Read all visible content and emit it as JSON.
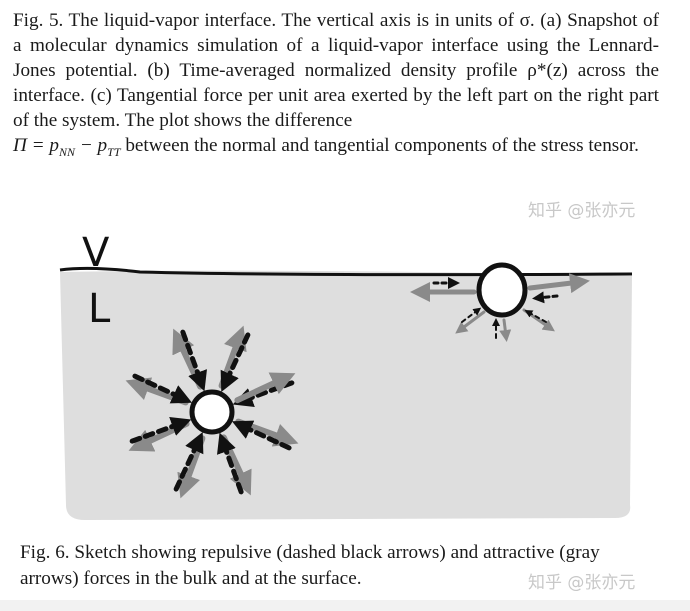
{
  "figure5_caption": {
    "text_before_pi": "Fig. 5. The liquid-vapor interface. The vertical axis is in units of σ. (a) Snapshot of a molecular dynamics simulation of a liquid-vapor interface using the Lennard-Jones potential. (b) Time-averaged normalized density profile ρ*(z) across the interface. (c) Tangential force per unit area exerted by the left part on the right part of the system. The plot shows the difference",
    "pi_symbol": "Π = p",
    "sub_nn": "NN",
    "minus_p": " − p",
    "sub_tt": "TT",
    "text_after": " between the normal and tangential components of the stress tensor."
  },
  "sketch": {
    "label_vapor": "V",
    "label_liquid": "L",
    "colors": {
      "liquid": "#dedede",
      "attractive": "#8a8a8a",
      "repulsive": "#111111"
    }
  },
  "figure6_caption": {
    "line1": "Fig. 6.  Sketch showing repulsive (dashed black arrows) and attractive (gray",
    "line2": "arrows) forces in the bulk and at the surface."
  },
  "watermark": "知乎 @张亦元"
}
